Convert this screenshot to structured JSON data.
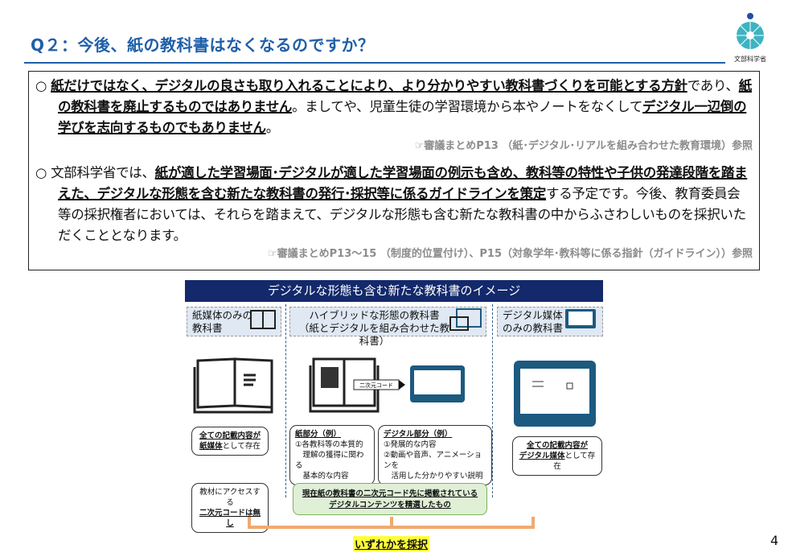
{
  "header": {
    "title": "Q２：今後、紙の教科書はなくなるのですか？",
    "logo_text": "文部科学省",
    "brand_color": "#1f5fa8"
  },
  "box": {
    "para1": {
      "bullet": "○",
      "segments": [
        {
          "text": "紙だけではなく、デジタルの良さも取り入れることにより、より分かりやすい教科書づくりを可能とする方針",
          "bold": true
        },
        {
          "text": "であり、",
          "bold": false
        },
        {
          "text": "紙の教科書を廃止するものではありません",
          "bold": true
        },
        {
          "text": "。ましてや、児童生徒の学習環境から本やノートをなくして",
          "bold": false
        },
        {
          "text": "デジタル一辺倒の学びを志向するものでもありません",
          "bold": true
        },
        {
          "text": "。",
          "bold": false
        }
      ],
      "ref": "☞審議まとめP13 （紙･デジタル･リアルを組み合わせた教育環境）参照"
    },
    "para2": {
      "bullet": "○",
      "segments": [
        {
          "text": "文部科学省では、",
          "bold": false
        },
        {
          "text": "紙が適した学習場面･デジタルが適した学習場面の例示も含め、教科等の特性や子供の発達段階を踏まえた、デジタルな形態を含む新たな教科書の発行･採択等に係るガイドラインを策定",
          "bold": true
        },
        {
          "text": "する予定です。今後、教育委員会等の採択権者においては、それらを踏まえて、デジタルな形態も含む新たな教科書の中からふさわしいものを採択いただくこととなります。",
          "bold": false
        }
      ],
      "ref": "☞審議まとめP13～15 （制度的位置付け）、P15（対象学年･教科等に係る指針（ガイドライン））参照"
    }
  },
  "diagram": {
    "banner": "デジタルな形態も含む新たな教科書のイメージ",
    "col_paper": {
      "header": "紙媒体のみの\n教科書",
      "bubble_bold": "全ての記載内容が",
      "bubble_bold2": "紙媒体",
      "bubble_rest": "として存在",
      "note_plain": "教材にアクセスする",
      "note_bold": "二次元コードは無し"
    },
    "col_hybrid": {
      "header": "ハイブリッドな形態の教科書\n（紙とデジタルを組み合わせた教科書）",
      "qr_label": "二次元コード",
      "paper_part": {
        "title": "紙部分（例）",
        "lines": [
          "①各教科等の本質的",
          "　理解の獲得に関わる",
          "　基本的な内容"
        ]
      },
      "digital_part": {
        "title": "デジタル部分（例）",
        "lines": [
          "①発展的な内容",
          "②動画や音声、アニメーションを",
          "　活用した分かりやすい説明"
        ]
      },
      "green_note": "現在紙の教科書の二次元コード先に掲載されている\nデジタルコンテンツを精選したもの"
    },
    "col_digital": {
      "header": "デジタル媒体\nのみの教科書",
      "bubble_bold": "全ての記載内容が",
      "bubble_bold2": "デジタル媒体",
      "bubble_rest": "として存在"
    },
    "choose": "いずれかを採択",
    "colors": {
      "banner": "#13296b",
      "tablet": "#1c5a80",
      "bracket": "#f0aa70",
      "highlight": "#ffff3a",
      "green": "#dff0d6"
    }
  },
  "page_number": "4"
}
